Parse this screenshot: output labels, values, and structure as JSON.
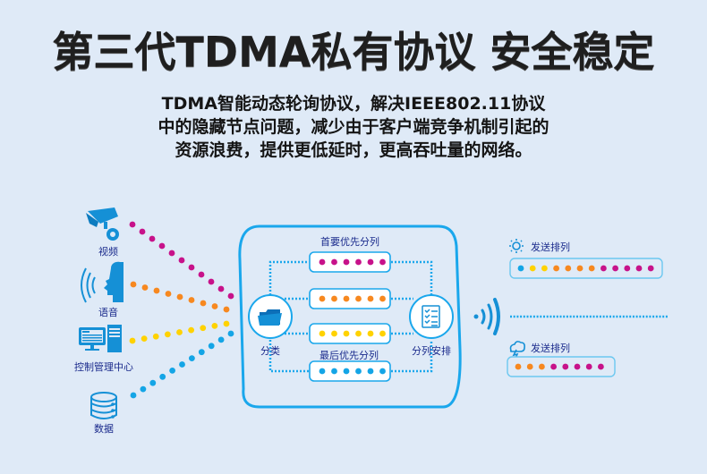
{
  "title": "第三代TDMA私有协议 安全稳定",
  "description": {
    "lines": [
      "TDMA智能动态轮询协议，解决IEEE802.11协议",
      "中的隐藏节点问题，减少由于客户端竞争机制引起的",
      "资源浪费，提供更低延时，更高吞吐量的网络。"
    ]
  },
  "colors": {
    "magenta": "#c7128a",
    "orange": "#f7881f",
    "yellow": "#ffd200",
    "blue": "#14a5e6",
    "frame": "#1aa7ec",
    "label": "#1a2a8c",
    "background": "#dfeaf7"
  },
  "sources": [
    {
      "label": "视频",
      "icon": "camera-icon",
      "color": "magenta"
    },
    {
      "label": "语音",
      "icon": "voice-icon",
      "color": "orange"
    },
    {
      "label": "控制管理中心",
      "icon": "computer-icon",
      "color": "yellow"
    },
    {
      "label": "数据",
      "icon": "database-icon",
      "color": "blue"
    }
  ],
  "classifier": {
    "label": "分类",
    "icon": "folder-icon"
  },
  "scheduler": {
    "label": "分列安排",
    "icon": "checklist-icon"
  },
  "queues": {
    "top_label": "首要优先分列",
    "bottom_label": "最后优先分列",
    "rows": [
      {
        "color": "magenta",
        "count": 6
      },
      {
        "color": "orange",
        "count": 6
      },
      {
        "color": "yellow",
        "count": 6
      },
      {
        "color": "blue",
        "count": 6
      }
    ]
  },
  "send_queues": [
    {
      "label": "发送排列",
      "icon": "sun-icon",
      "dots": [
        "blue",
        "yellow",
        "yellow",
        "orange",
        "orange",
        "orange",
        "orange",
        "magenta",
        "magenta",
        "magenta",
        "magenta",
        "magenta"
      ]
    },
    {
      "label": "发送排列",
      "icon": "cloud-lightning-icon",
      "dots": [
        "orange",
        "orange",
        "orange",
        "magenta",
        "magenta",
        "magenta",
        "magenta",
        "magenta"
      ]
    }
  ],
  "wireless": {
    "icon": "wifi-signal-icon"
  }
}
